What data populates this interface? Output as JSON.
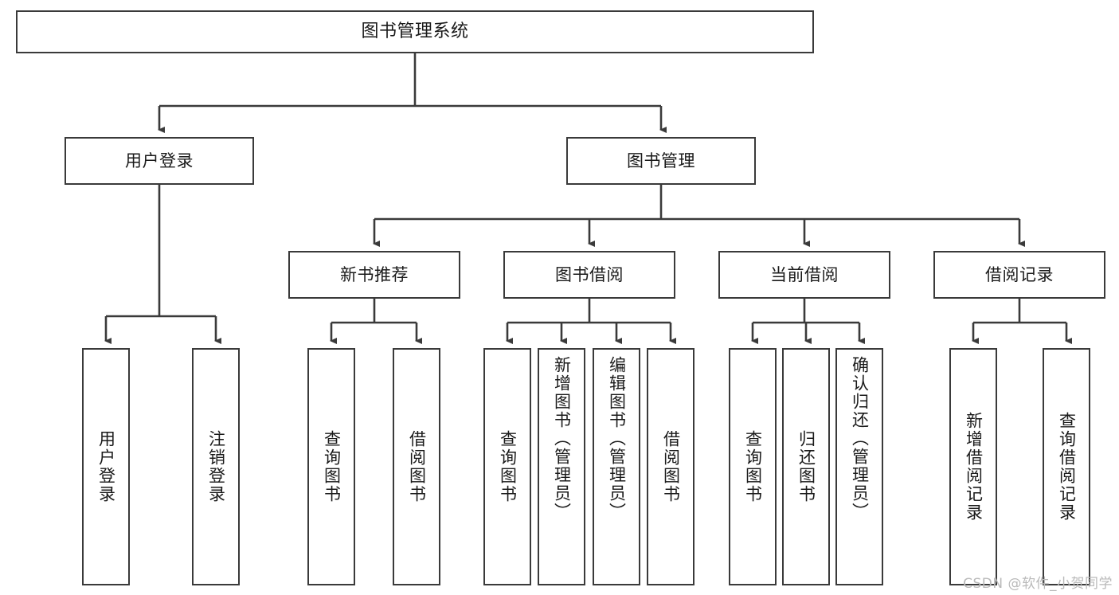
{
  "diagram": {
    "title": "图书管理系统",
    "type": "tree-hierarchy-chart",
    "colors": {
      "stroke": "#3a3a3a",
      "fill": "#ffffff",
      "text": "#1a1a1a",
      "watermark": "#b9b9b9"
    },
    "levels": {
      "root": {
        "label": "图书管理系统"
      },
      "level2": [
        {
          "id": "user-login",
          "label": "用户登录"
        },
        {
          "id": "book-management",
          "label": "图书管理"
        }
      ],
      "level3": [
        {
          "id": "new-book-recommend",
          "label": "新书推荐",
          "parent": "book-management"
        },
        {
          "id": "book-borrow",
          "label": "图书借阅",
          "parent": "book-management"
        },
        {
          "id": "current-borrow",
          "label": "当前借阅",
          "parent": "book-management"
        },
        {
          "id": "borrow-record",
          "label": "借阅记录",
          "parent": "book-management"
        }
      ],
      "leaves": {
        "user-login": [
          {
            "id": "leaf-user-login",
            "label": "用户登录"
          },
          {
            "id": "leaf-user-logout",
            "label": "注销登录"
          }
        ],
        "new-book-recommend": [
          {
            "id": "leaf-query-book-1",
            "label": "查询图书"
          },
          {
            "id": "leaf-borrow-book-1",
            "label": "借阅图书"
          }
        ],
        "book-borrow": [
          {
            "id": "leaf-query-book-2",
            "label": "查询图书"
          },
          {
            "id": "leaf-add-book",
            "label": "新增图书（管理员）"
          },
          {
            "id": "leaf-edit-book",
            "label": "编辑图书（管理员）"
          },
          {
            "id": "leaf-borrow-book-2",
            "label": "借阅图书"
          }
        ],
        "current-borrow": [
          {
            "id": "leaf-query-book-3",
            "label": "查询图书"
          },
          {
            "id": "leaf-return-book",
            "label": "归还图书"
          },
          {
            "id": "leaf-confirm-return",
            "label": "确认归还（管理员）"
          }
        ],
        "borrow-record": [
          {
            "id": "leaf-add-record",
            "label": "新增借阅记录"
          },
          {
            "id": "leaf-query-record",
            "label": "查询借阅记录"
          }
        ]
      }
    },
    "watermark": "CSDN @软件_小贺同学"
  }
}
